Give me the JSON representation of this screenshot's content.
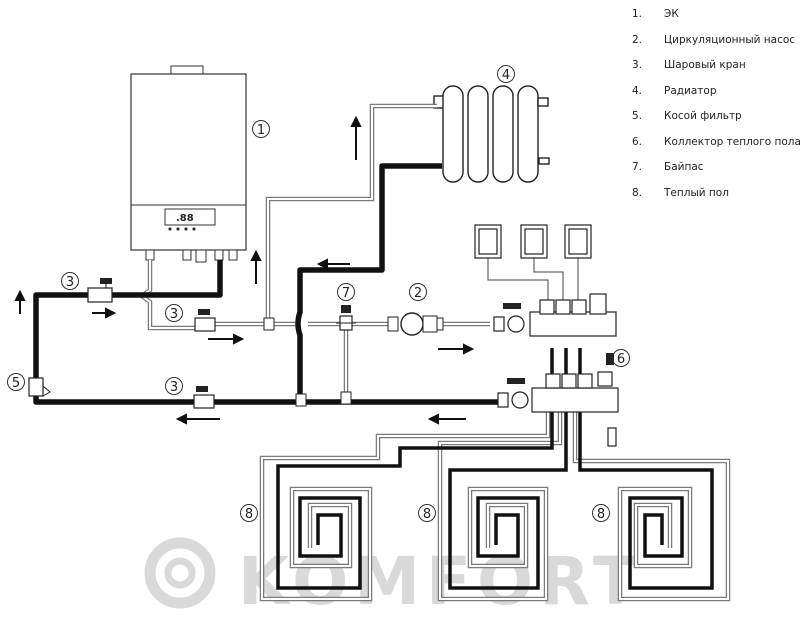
{
  "legend": [
    {
      "num": "1.",
      "label": "ЭК"
    },
    {
      "num": "2.",
      "label": "Циркуляционный насос"
    },
    {
      "num": "3.",
      "label": "Шаровый кран"
    },
    {
      "num": "4.",
      "label": "Радиатор"
    },
    {
      "num": "5.",
      "label": "Косой фильтр"
    },
    {
      "num": "6.",
      "label": "Коллектор теплого пола"
    },
    {
      "num": "7.",
      "label": "Байпас"
    },
    {
      "num": "8.",
      "label": "Теплый пол"
    }
  ],
  "callouts": {
    "boiler": "1",
    "pump": "2",
    "valve": "3",
    "radiator": "4",
    "filter": "5",
    "manifold": "6",
    "bypass": "7",
    "floor": "8"
  },
  "boiler_display": ".88",
  "watermark": {
    "text": "KOMFORT",
    "logo": "double-circle-logo"
  },
  "colors": {
    "supply_pipe": "#111111",
    "return_pipe": "#8a8a8a",
    "watermark": "#d9d9d9"
  }
}
